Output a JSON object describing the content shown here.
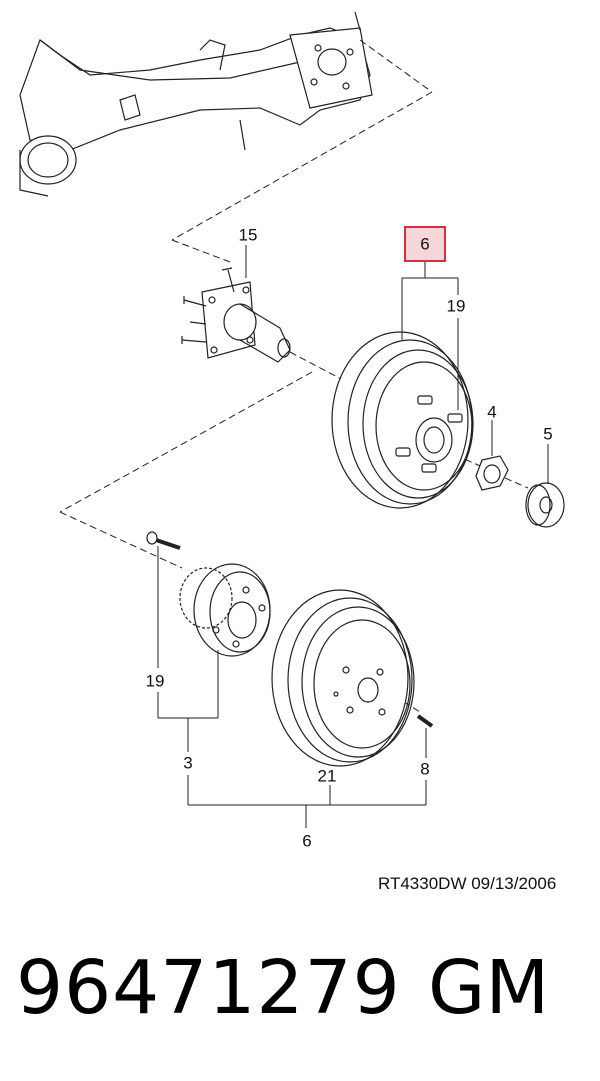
{
  "diagram": {
    "callouts": {
      "c15": "15",
      "c6_top": "6",
      "c19_top": "19",
      "c4": "4",
      "c5": "5",
      "c19_left": "19",
      "c3": "3",
      "c21": "21",
      "c8": "8",
      "c6_bottom": "6"
    },
    "highlight_color": "#d6303a",
    "drawing_code": "RT4330DW  09/13/2006"
  },
  "footer": {
    "part_number": "96471279",
    "brand": "GM"
  }
}
